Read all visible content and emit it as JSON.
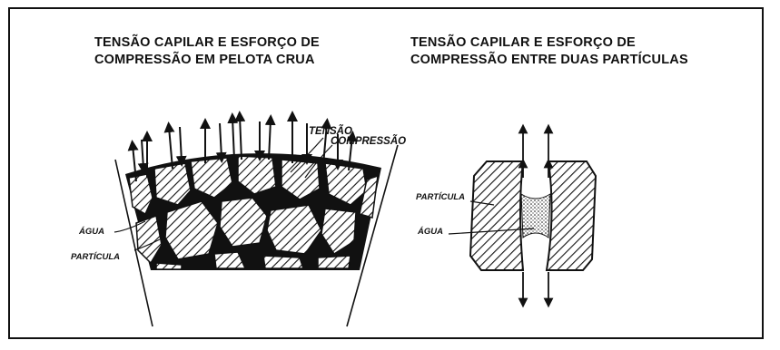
{
  "left_panel": {
    "title_line1": "TENSÃO CAPILAR E ESFORÇO DE",
    "title_line2": "COMPRESSÃO EM PELOTA CRUA",
    "label_tension": "TENSÃO",
    "label_compression": "COMPRESSÃO",
    "label_water": "ÁGUA",
    "label_particle": "PARTÍCULA"
  },
  "right_panel": {
    "title_line1": "TENSÃO CAPILAR E ESFORÇO DE",
    "title_line2": "COMPRESSÃO ENTRE DUAS PARTÍCULAS",
    "label_particle": "PARTÍCULA",
    "label_water": "ÁGUA"
  }
}
